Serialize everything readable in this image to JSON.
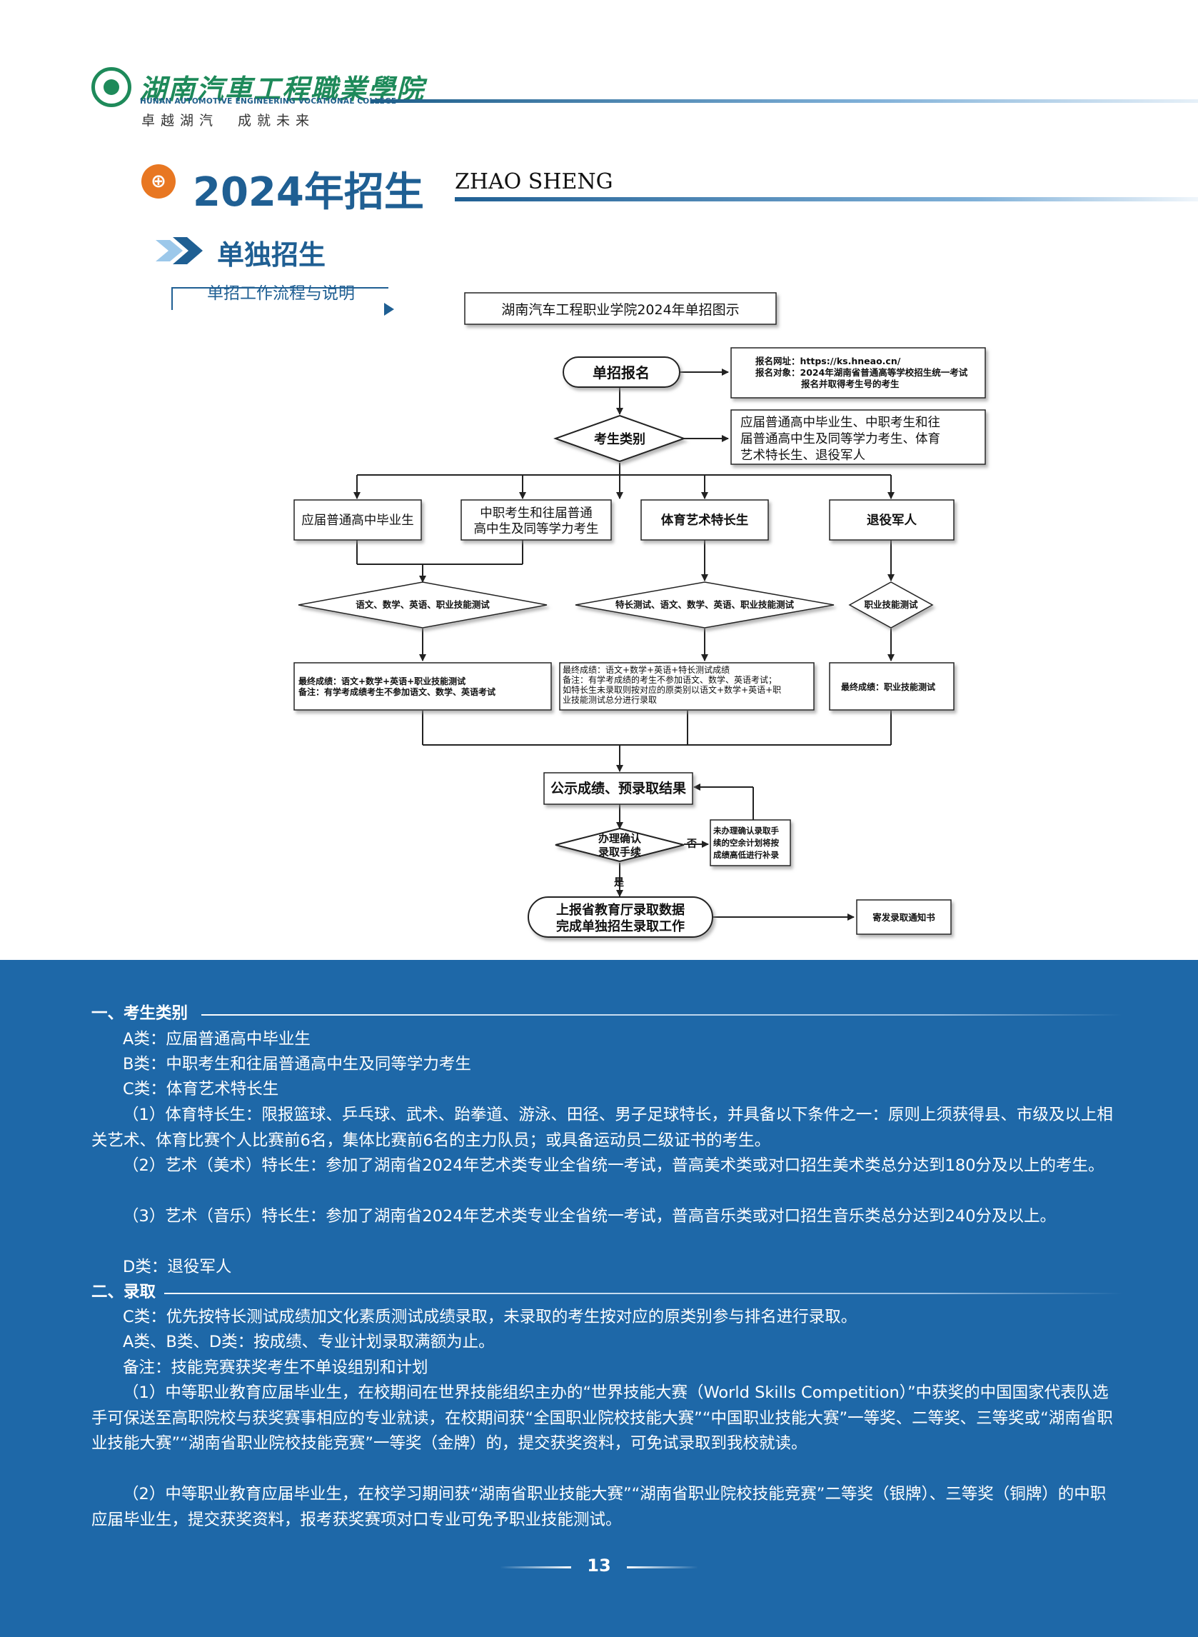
{
  "header": {
    "college_name_cn": "湖南汽車工程職業學院",
    "college_name_en": "HUNAN AUTOMOTIVE ENGINEERING VOCATIONAL COLLEGE",
    "slogan": "卓越湖汽　成就未来"
  },
  "title": {
    "icon_char": "⊕",
    "main": "2024年招生",
    "english": "ZHAO SHENG",
    "section": "单独招生",
    "subsection": "单招工作流程与说明"
  },
  "flowchart": {
    "title": "湖南汽车工程职业学院2024年单招图示",
    "start": "单招报名",
    "reg_note_line1": "报名网址：https://ks.hneao.cn/",
    "reg_note_line2": "报名对象：2024年湖南省普通高等学校招生统一考试",
    "reg_note_line3": "报名并取得考生号的考生",
    "category_decision": "考生类别",
    "category_note_line1": "应届普通高中毕业生、中职考生和往",
    "category_note_line2": "届普通高中生及同等学力考生、体育",
    "category_note_line3": "艺术特长生、退役军人",
    "cat_a": "应届普通高中毕业生",
    "cat_b_line1": "中职考生和往届普通",
    "cat_b_line2": "高中生及同等学力考生",
    "cat_c": "体育艺术特长生",
    "cat_d": "退役军人",
    "test_ab": "语文、数学、英语、职业技能测试",
    "test_c": "特长测试、语文、数学、英语、职业技能测试",
    "test_d": "职业技能测试",
    "score_ab_line1": "最终成绩：语文+数学+英语+职业技能测试",
    "score_ab_line2": "备注：有学考成绩考生不参加语文、数学、英语考试",
    "score_c_line1": "最终成绩：语文+数学+英语+特长测试成绩",
    "score_c_line2": "备注：有学考成绩的考生不参加语文、数学、英语考试；",
    "score_c_line3": "如特长生未录取则按对应的原类别以语文+数学+英语+职",
    "score_c_line4": "业技能测试总分进行录取",
    "score_d": "最终成绩：职业技能测试",
    "publish": "公示成绩、预录取结果",
    "confirm_line1": "办理确认",
    "confirm_line2": "录取手续",
    "no_label": "否",
    "yes_label": "是",
    "supplement_line1": "未办理确认录取手",
    "supplement_line2": "续的空余计划将按",
    "supplement_line3": "成绩高低进行补录",
    "final_line1": "上报省教育厅录取数据",
    "final_line2": "完成单独招生录取工作",
    "notice": "寄发录取通知书"
  },
  "body": {
    "h1": "一、考生类别",
    "a": "A类：应届普通高中毕业生",
    "b": "B类：中职考生和往届普通高中生及同等学力考生",
    "c": "C类：体育艺术特长生",
    "c1": "（1）体育特长生：限报篮球、乒乓球、武术、跆拳道、游泳、田径、男子足球特长，并具备以下条件之一：原则上须获得县、市级及以上相关艺术、体育比赛个人比赛前6名，集体比赛前6名的主力队员；或具备运动员二级证书的考生。",
    "c2": "（2）艺术（美术）特长生：参加了湖南省2024年艺术类专业全省统一考试，普高美术类或对口招生美术类总分达到180分及以上的考生。",
    "c3": "（3）艺术（音乐）特长生：参加了湖南省2024年艺术类专业全省统一考试，普高音乐类或对口招生音乐类总分达到240分及以上。",
    "d": "D类：退役军人",
    "h2": "二、录取",
    "r1": "C类：优先按特长测试成绩加文化素质测试成绩录取，未录取的考生按对应的原类别参与排名进行录取。",
    "r2": "A类、B类、D类：按成绩、专业计划录取满额为止。",
    "r3": "备注：技能竞赛获奖考生不单设组别和计划",
    "r4": "（1）中等职业教育应届毕业生，在校期间在世界技能组织主办的“世界技能大赛（World Skills Competition）”中获奖的中国国家代表队选手可保送至高职院校与获奖赛事相应的专业就读，在校期间获“全国职业院校技能大赛”“中国职业技能大赛”一等奖、二等奖、三等奖或“湖南省职业技能大赛”“湖南省职业院校技能竞赛”一等奖（金牌）的，提交获奖资料，可免试录取到我校就读。",
    "r5": "（2）中等职业教育应届毕业生，在校学习期间获“湖南省职业技能大赛”“湖南省职业院校技能竞赛”二等奖（银牌）、三等奖（铜牌）的中职应届毕业生，提交获奖资料，报考获奖赛项对口专业可免予职业技能测试。"
  },
  "page_number": "13",
  "colors": {
    "brand_blue": "#1f5f93",
    "panel_blue": "#1e68a8",
    "accent_orange": "#e87722",
    "logo_green": "#1e8a5a"
  }
}
